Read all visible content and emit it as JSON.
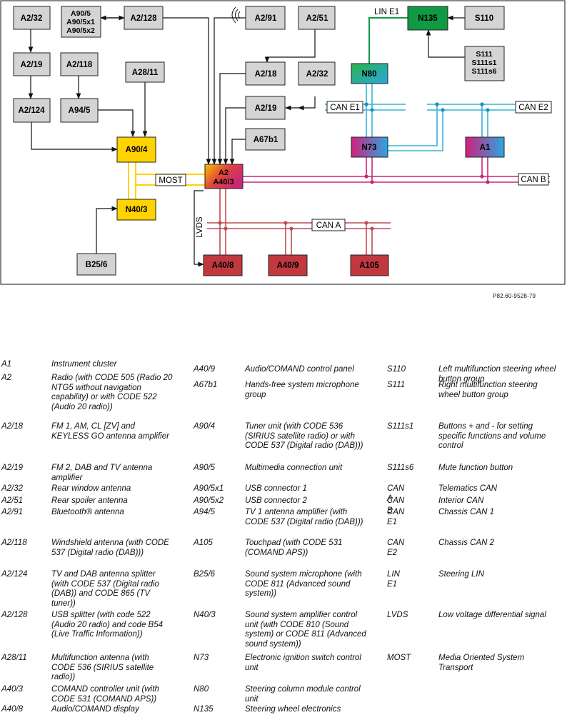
{
  "diagram": {
    "nodes": {
      "A2_32a": "A2/32",
      "A90_5": "A90/5\nA90/5x1\nA90/5x2",
      "A2_128": "A2/128",
      "A2_91": "A2/91",
      "A2_51": "A2/51",
      "N135": "N135",
      "S110": "S110",
      "A2_19a": "A2/19",
      "A2_118": "A2/118",
      "A28_11": "A28/11",
      "A2_18": "A2/18",
      "A2_32b": "A2/32",
      "S111": "S111\nS111s1\nS111s6",
      "N80": "N80",
      "A2_124": "A2/124",
      "A94_5": "A94/5",
      "A2_19b": "A2/19",
      "A90_4": "A90/4",
      "A67b1": "A67b1",
      "N73": "N73",
      "A1": "A1",
      "A2": "A2\nA40/3",
      "N40_3": "N40/3",
      "B25_6": "B25/6",
      "A40_8": "A40/8",
      "A40_9": "A40/9",
      "A105": "A105"
    },
    "bus_labels": {
      "lin_e1": "LIN E1",
      "can_e1": "CAN E1",
      "can_e2": "CAN E2",
      "most": "MOST",
      "can_b": "CAN B",
      "can_a": "CAN A",
      "lvds": "LVDS"
    },
    "colors": {
      "gray_box": "#d4d4d4",
      "yellow": "#ffd200",
      "green": "#0f9a43",
      "can_e": "#33b3d8",
      "can_b": "#c8267a",
      "can_a": "#c24a52",
      "red_box": "#c1393f"
    },
    "icons": {
      "wireless": "wireless-signal-icon"
    }
  },
  "reference": "P82.60-9528-79",
  "legend": [
    {
      "code": "A1",
      "desc": "Instrument cluster"
    },
    {
      "code": "A2",
      "desc": "Radio (with CODE 505 (Radio 20 NTG5 without navigation capability) or with CODE 522 (Audio 20 radio))"
    },
    {
      "code": "A2/18",
      "desc": "FM 1, AM, CL [ZV] and KEYLESS GO antenna amplifier"
    },
    {
      "code": "A2/19",
      "desc": "FM 2, DAB and TV antenna amplifier"
    },
    {
      "code": "A2/32",
      "desc": "Rear window antenna"
    },
    {
      "code": "A2/51",
      "desc": "Rear spoiler antenna"
    },
    {
      "code": "A2/91",
      "desc": "Bluetooth® antenna"
    },
    {
      "code": "A2/118",
      "desc": "Windshield antenna (with CODE 537 (Digital radio (DAB)))"
    },
    {
      "code": "A2/124",
      "desc": "TV and DAB antenna splitter (with CODE 537 (Digital radio (DAB)) and CODE 865 (TV tuner))"
    },
    {
      "code": "A2/128",
      "desc": "USB splitter (with code 522 (Audio 20 radio) and code B54 (Live Traffic Information))"
    },
    {
      "code": "A28/11",
      "desc": "Multifunction antenna (with CODE 536 (SIRIUS satellite radio))"
    },
    {
      "code": "A40/3",
      "desc": "COMAND controller unit (with CODE 531 (COMAND APS))"
    },
    {
      "code": "A40/8",
      "desc": "Audio/COMAND display"
    },
    {
      "code": "A40/9",
      "desc": "Audio/COMAND control panel"
    },
    {
      "code": "A67b1",
      "desc": "Hands-free system microphone group"
    },
    {
      "code": "A90/4",
      "desc": "Tuner unit (with CODE 536 (SIRIUS satellite radio) or with CODE 537 (Digital radio (DAB)))"
    },
    {
      "code": "A90/5",
      "desc": "Multimedia connection unit"
    },
    {
      "code": "A90/5x1",
      "desc": "USB connector 1"
    },
    {
      "code": "A90/5x2",
      "desc": "USB connector 2"
    },
    {
      "code": "A94/5",
      "desc": "TV 1 antenna amplifier (with CODE 537 (Digital radio (DAB)))"
    },
    {
      "code": "A105",
      "desc": "Touchpad (with CODE 531 (COMAND APS))"
    },
    {
      "code": "B25/6",
      "desc": "Sound system microphone (with CODE 811 (Advanced sound system))"
    },
    {
      "code": "N40/3",
      "desc": "Sound system amplifier control unit (with CODE 810 (Sound system) or CODE 811 (Advanced sound system))"
    },
    {
      "code": "N73",
      "desc": "Electronic ignition switch control unit"
    },
    {
      "code": "N80",
      "desc": "Steering column module control unit"
    },
    {
      "code": "N135",
      "desc": "Steering wheel electronics"
    },
    {
      "code": "S110",
      "desc": "Left multifunction steering wheel button group"
    },
    {
      "code": "S111",
      "desc": "Right multifunction steering wheel button group"
    },
    {
      "code": "S111s1",
      "desc": "Buttons + and - for setting specific functions and volume control"
    },
    {
      "code": "S111s6",
      "desc": "Mute function button"
    },
    {
      "code": "CAN A",
      "desc": "Telematics CAN"
    },
    {
      "code": "CAN B",
      "desc": "Interior CAN"
    },
    {
      "code": "CAN E1",
      "desc": "Chassis CAN 1"
    },
    {
      "code": "CAN E2",
      "desc": "Chassis CAN 2"
    },
    {
      "code": "LIN E1",
      "desc": "Steering LIN"
    },
    {
      "code": "LVDS",
      "desc": "Low voltage differential signal"
    },
    {
      "code": "MOST",
      "desc": "Media Oriented System Transport"
    }
  ]
}
